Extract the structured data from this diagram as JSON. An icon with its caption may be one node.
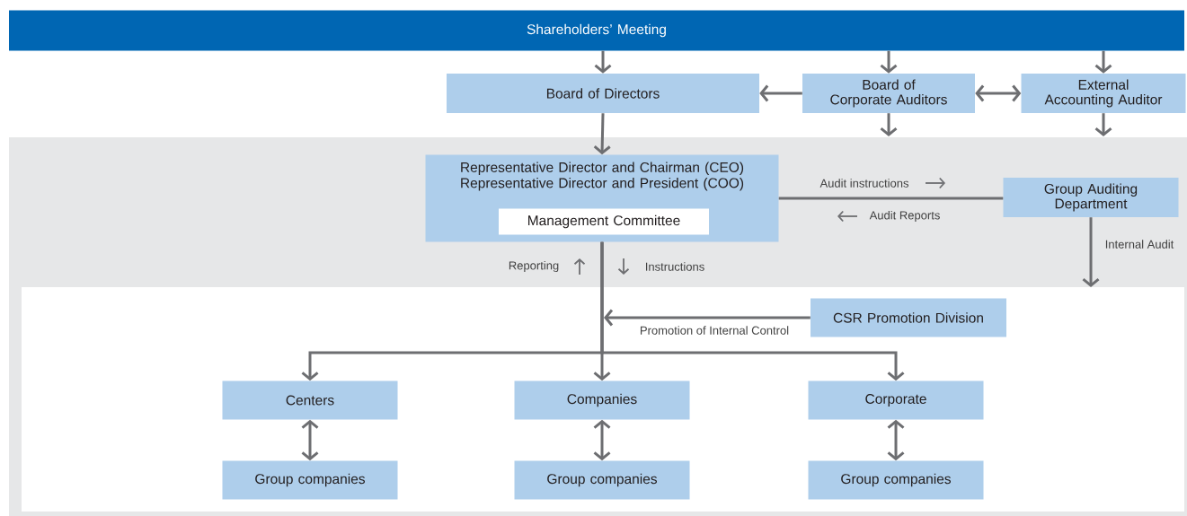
{
  "diagram": {
    "nodes": [
      {
        "text": [
          "Shareholders’ Meeting"
        ]
      },
      {
        "text": [
          "Board of Directors"
        ]
      },
      {
        "text": [
          "Board of Corporate Auditors"
        ]
      },
      {
        "text": [
          "External Accounting Auditor"
        ]
      },
      {
        "text": [
          "Representative Director and Chairman (CEO)",
          "Representative Director and President (COO)"
        ]
      },
      {
        "text": [
          "Management Committee"
        ],
        "in": 4
      },
      {
        "text": [
          "Group Auditing Department"
        ]
      },
      {
        "text": [
          "CSR Promotion Division"
        ]
      },
      {
        "text": [
          "Centers"
        ]
      },
      {
        "text": [
          "Companies"
        ]
      },
      {
        "text": [
          "Corporate"
        ]
      },
      {
        "text": [
          "Group companies"
        ]
      },
      {
        "text": [
          "Group companies"
        ]
      },
      {
        "text": [
          "Group companies"
        ]
      }
    ],
    "edges": [
      {
        "from": 0,
        "to": 1,
        "arrow": "to"
      },
      {
        "from": 0,
        "to": 2,
        "arrow": "to"
      },
      {
        "from": 0,
        "to": 3,
        "arrow": "to"
      },
      {
        "from": 2,
        "to": 1,
        "arrow": "to"
      },
      {
        "from": 2,
        "to": 3,
        "arrow": "both"
      },
      {
        "from": 2,
        "to": null,
        "arrow": "to"
      },
      {
        "from": 3,
        "to": null,
        "arrow": "to"
      },
      {
        "from": 1,
        "to": 4,
        "arrow": "to"
      },
      {
        "from": 4,
        "to": 6,
        "arrow": "none"
      },
      {
        "from": 6,
        "to": null,
        "arrow": "to",
        "label": "Internal Audit"
      },
      {
        "from": 7,
        "to": null,
        "arrow": "to",
        "label": "Promotion of Internal Control"
      },
      {
        "from": 4,
        "to": 8,
        "arrow": "to"
      },
      {
        "from": 4,
        "to": 9,
        "arrow": "to"
      },
      {
        "from": 4,
        "to": 10,
        "arrow": "to"
      },
      {
        "from": 8,
        "to": 11,
        "arrow": "both"
      },
      {
        "from": 9,
        "to": 12,
        "arrow": "both"
      },
      {
        "from": 10,
        "to": 13,
        "arrow": "both"
      }
    ],
    "labels": [
      "Audit instructions",
      "Audit Reports",
      "Reporting",
      "Instructions"
    ]
  }
}
